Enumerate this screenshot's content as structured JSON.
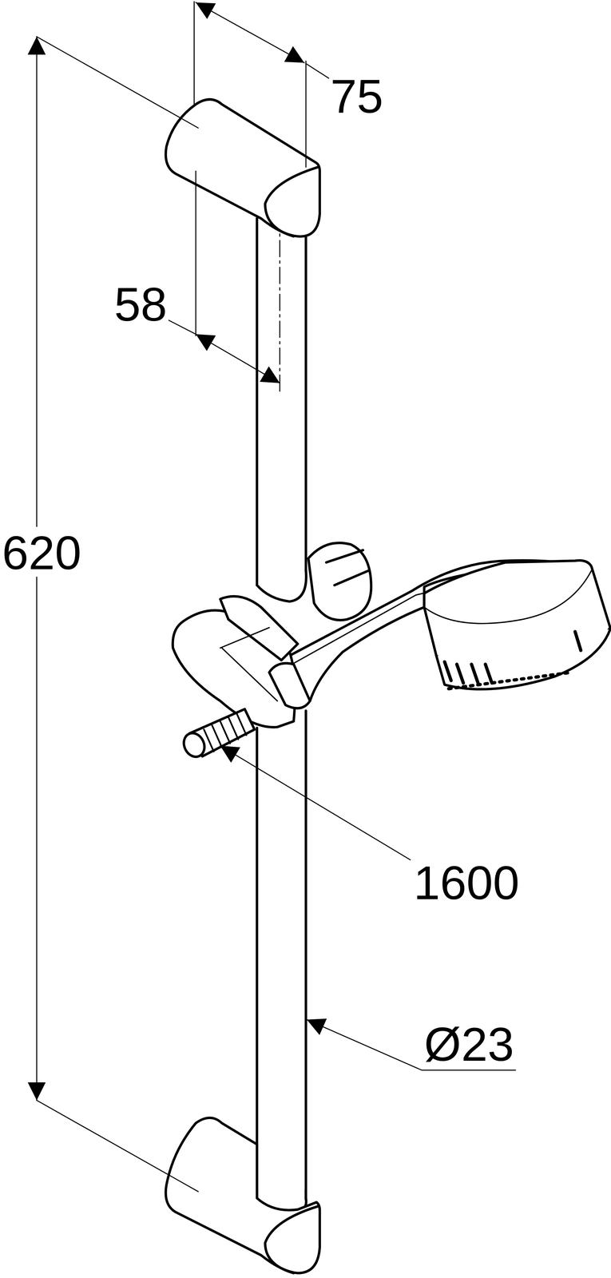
{
  "diagram": {
    "labels": [
      "75",
      "58",
      "620",
      "1600",
      "Ø23"
    ]
  }
}
